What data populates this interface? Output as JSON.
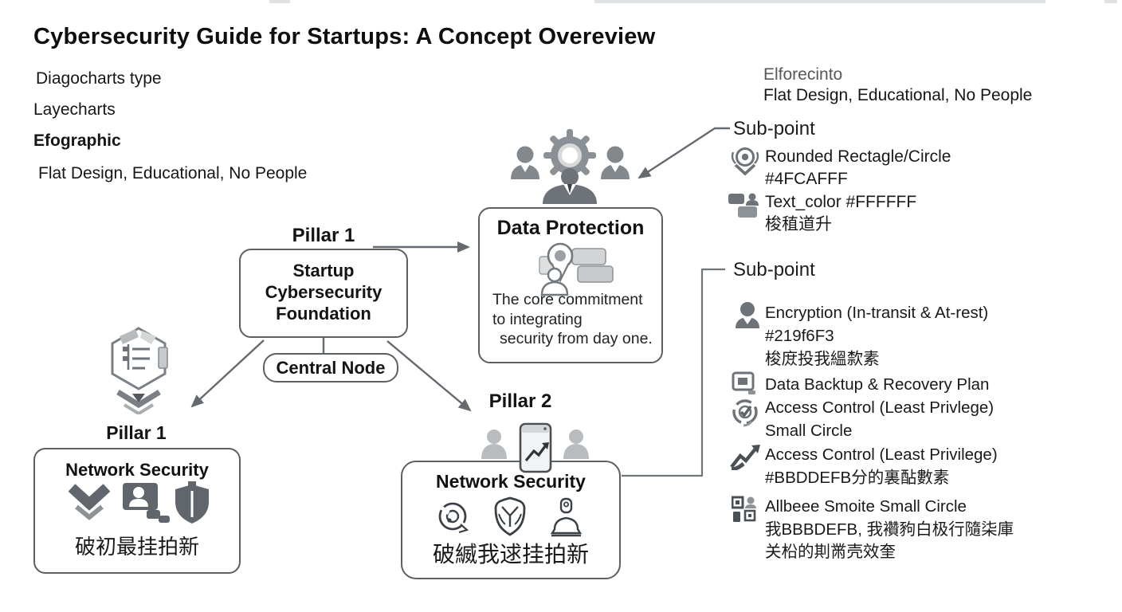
{
  "title": "Cybersecurity Guide for Startups:  A Concept Overeview",
  "left_panel": {
    "line1": "Diagocharts type",
    "line2": "Layecharts",
    "line3": "Efographic",
    "line4": "Flat Design, Educational, No People"
  },
  "right_header": {
    "title": "Elforecinto",
    "subtitle": "Flat Design, Educational, No People"
  },
  "subpoint1": {
    "heading": "Sub-point",
    "items": [
      {
        "icon": "emblem-badge-icon",
        "line1": "Rounded Rectagle/Circle",
        "line2": "#4FCAFFF"
      },
      {
        "icon": "people-chat-icon",
        "line1": "Text_color #FFFFFF",
        "line2": "梭稙道升"
      }
    ]
  },
  "subpoint2": {
    "heading": "Sub-point",
    "items": [
      {
        "icon": "person-icon",
        "line1": "Encryption (In-transit & At-rest)",
        "line2": "#219f6F3",
        "line3": "梭庻投我縕歀素"
      },
      {
        "icon": "monitor-icon",
        "line1": "Data Backtup & Recovery Plan"
      },
      {
        "icon": "target-check-icon",
        "line1": "Access Control (Least Privlege)",
        "line2": "Small Circle"
      },
      {
        "icon": "trend-up-icon",
        "line1": "Access Control (Least Privilege)",
        "line2": "#BBDDEFB分的裏酟數素"
      },
      {
        "icon": "qr-code-icon",
        "line1": "Allbeee Smoite Small Circle",
        "line2": "我BBBDEFB, 我襸豞白极行隨柒庫",
        "line3": "关柗的剘黹壳效奎"
      }
    ]
  },
  "central": {
    "pillar_label": "Pillar 1",
    "line1": "Startup",
    "line2": "Cybersecurity",
    "line3": "Foundation",
    "node_label": "Central Node"
  },
  "data_protection": {
    "title": "Data Protection",
    "desc1": "The core commitment",
    "desc2": "to integrating",
    "desc3": "security from day one."
  },
  "pillar2": {
    "label": "Pillar 2",
    "box_title": "Network Security",
    "cjk": "破縅我逑挂拍新"
  },
  "pillar1_left": {
    "label": "Pillar 1",
    "box_title": "Network Security",
    "cjk": "破初最挂拍新"
  },
  "colors": {
    "line_gray": "#646a70",
    "icon_gray": "#6d7378",
    "border_gray": "#5b6065",
    "referenced_fill": "#4FCAFFF",
    "referenced_text": "#FFFFFF"
  }
}
